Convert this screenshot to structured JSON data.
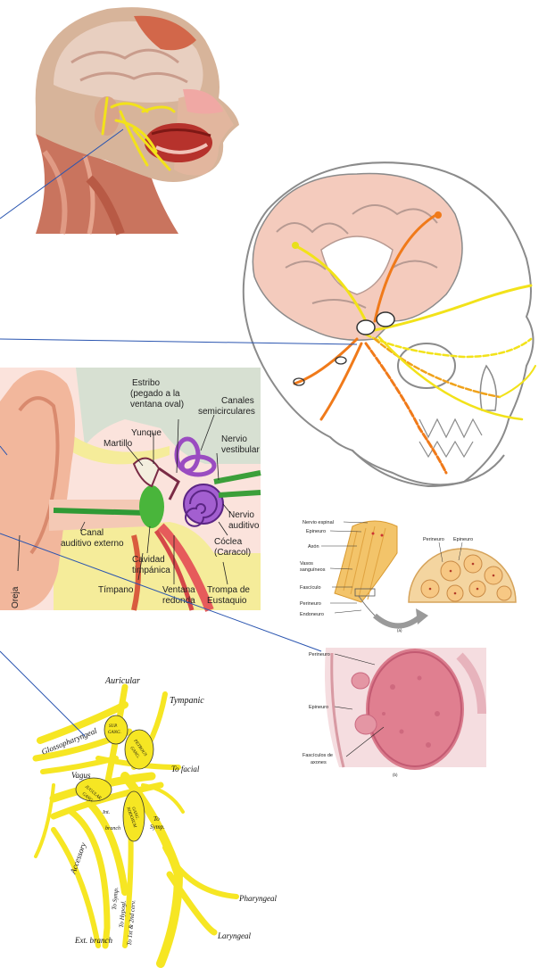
{
  "ear": {
    "labels": {
      "estribo": "Estribo (pegado a la ventana oval)",
      "estribo_l1": "Estribo",
      "estribo_l2": "(pegado a la",
      "estribo_l3": "ventana oval)",
      "canales_l1": "Canales",
      "canales_l2": "semicirculares",
      "yunque": "Yunque",
      "martillo": "Martillo",
      "nervio_vest_l1": "Nervio",
      "nervio_vest_l2": "vestibular",
      "nervio_aud_l1": "Nervio",
      "nervio_aud_l2": "auditivo",
      "coclea_l1": "Cóclea",
      "coclea_l2": "(Caracol)",
      "canal_l1": "Canal",
      "canal_l2": "auditivo externo",
      "cavidad_l1": "Cavidad",
      "cavidad_l2": "timpánica",
      "timpano": "Tímpano",
      "ventana_l1": "Ventana",
      "ventana_l2": "redonda",
      "trompa_l1": "Trompa de",
      "trompa_l2": "Eustaquio",
      "oreja": "Oreja"
    }
  },
  "nerve_section": {
    "labels": {
      "nervio_espinal": "Nervio espinal",
      "epineuro": "Epineuro",
      "axon": "Axón",
      "vasos_l1": "Vasos",
      "vasos_l2": "sanguíneos",
      "fasciculo": "Fascículo",
      "perineuro": "Perineuro",
      "endoneuro": "Endoneuro",
      "perineuro_right": "Perineuro",
      "epineuro_right": "Epineuro",
      "caption_a": "(a)"
    }
  },
  "histology": {
    "labels": {
      "perineuro": "Perineuro",
      "epineuro": "Epineuro",
      "fasciculos_l1": "Fascículos de",
      "fasciculos_l2": "axones",
      "caption_b": "(b)"
    }
  },
  "gray_diagram": {
    "labels": {
      "auricular": "Auricular",
      "tympanic": "Tympanic",
      "glossopharyngeal": "Glossopharyngeal",
      "sup_gang_l1": "SUP.",
      "sup_gang_l2": "GANG.",
      "petrous_gang_l1": "PETROUS",
      "petrous_gang_l2": "GANG.",
      "vagus": "Vagus",
      "jugular_gang_l1": "JUGULAR",
      "jugular_gang_l2": "GANG.",
      "to_facial": "To facial",
      "gang_nodosum_l1": "GANG.",
      "gang_nodosum_l2": "NODOSUM",
      "int": "Int.",
      "branch": "branch",
      "to_symp": "To",
      "to_symp_2": "Symp.",
      "accessory": "Accessory",
      "to_symp_v": "To Symp.",
      "to_hypogl": "To Hypogl.",
      "to_cerv": "To 1st & 2nd cerv.",
      "pharyngeal": "Pharyngeal",
      "laryngeal": "Laryngeal",
      "ext_branch": "Ext. branch"
    }
  },
  "colors": {
    "nerve_yellow": "#f2e21a",
    "nerve_orange": "#f07a1a",
    "pointer_line": "#2a55b0",
    "gray_nerve": "#f6e623",
    "ear_pink": "#f4c9b5"
  }
}
